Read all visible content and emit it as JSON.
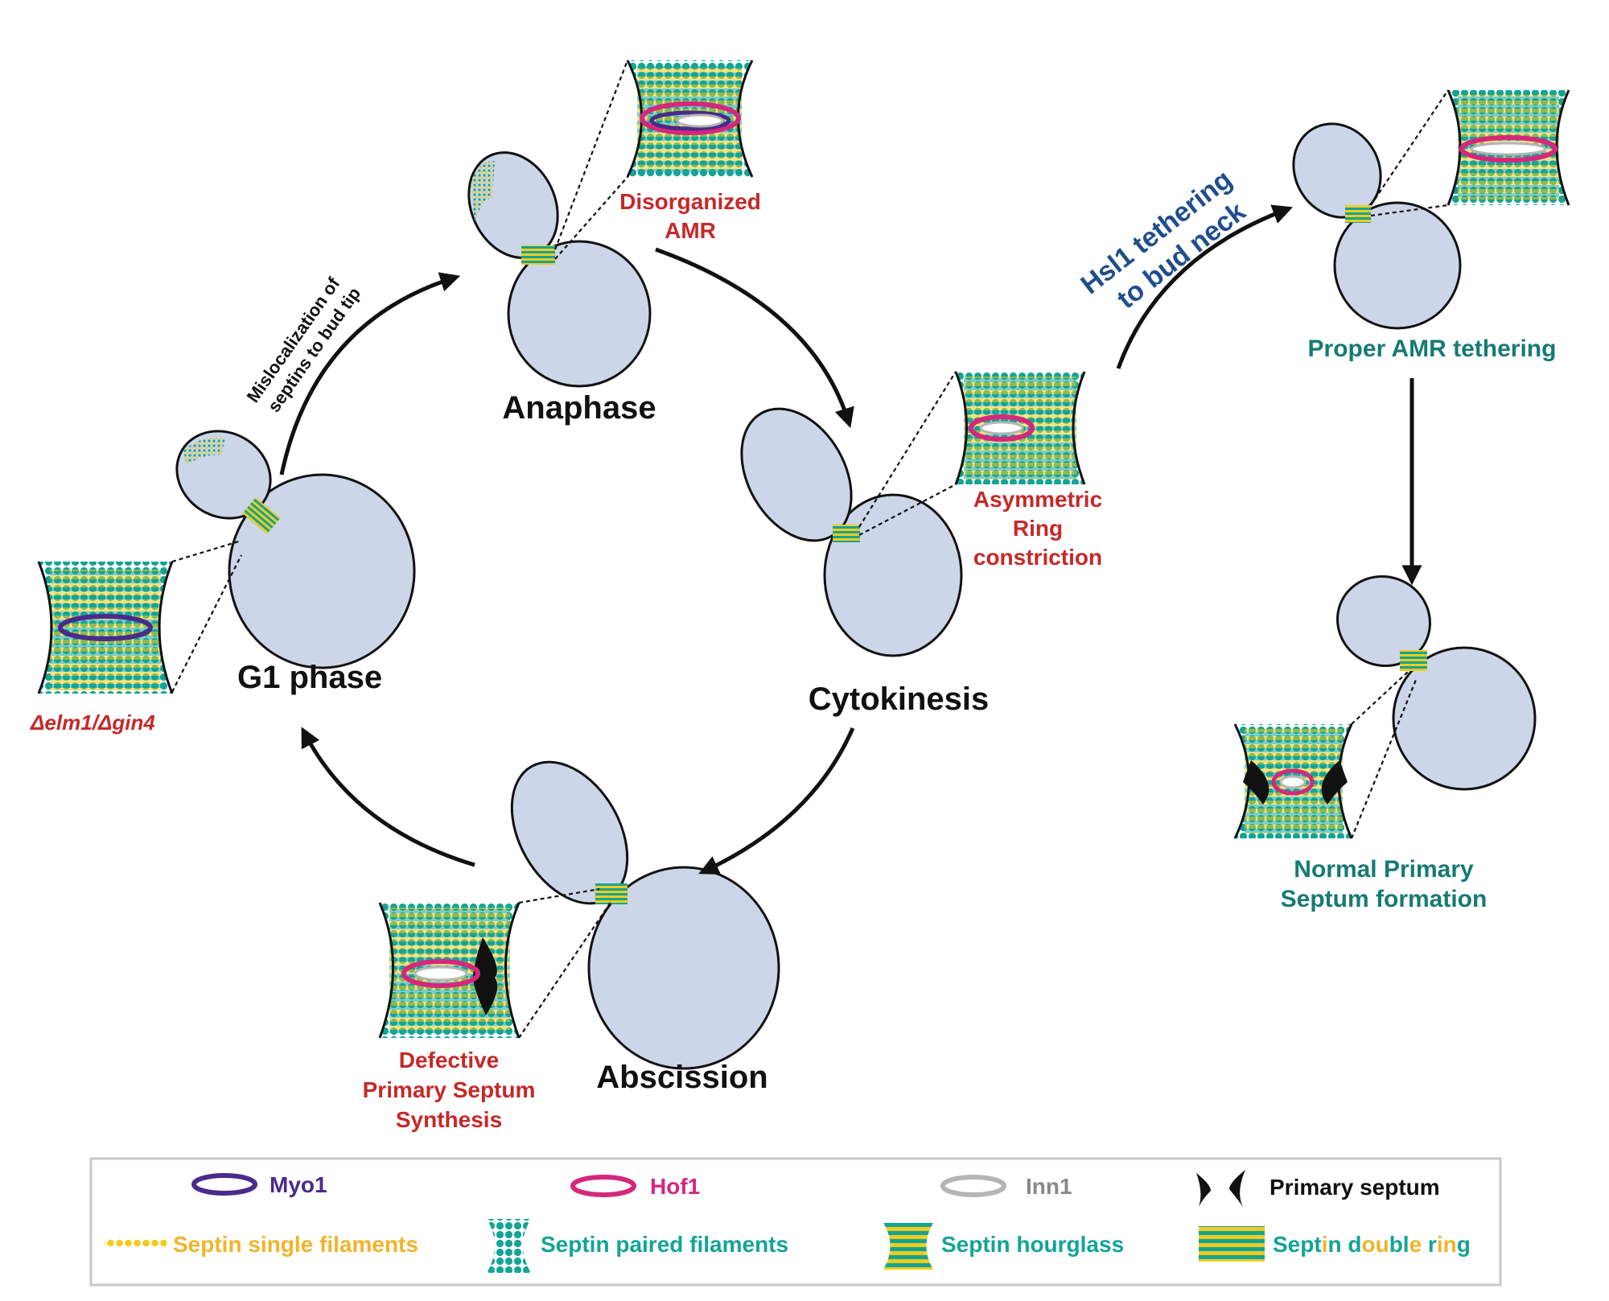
{
  "stages": {
    "g1": "G1 phase",
    "anaphase": "Anaphase",
    "cytokinesis": "Cytokinesis",
    "abscission": "Abscission"
  },
  "mutant_label": "Δelm1/Δgin4",
  "defects": {
    "disorganized": [
      "Disorganized",
      "AMR"
    ],
    "asymmetric": [
      "Asymmetric",
      "Ring",
      "constriction"
    ],
    "defective": [
      "Defective",
      "Primary Septum",
      "Synthesis"
    ]
  },
  "arrow_label": [
    "Mislocalization of",
    "septins to bud tip"
  ],
  "rescue": {
    "hsl1": [
      "Hsl1 tethering",
      "to bud neck"
    ],
    "proper": "Proper AMR tethering",
    "normal": [
      "Normal Primary",
      "Septum formation"
    ]
  },
  "legend": {
    "myo1": "Myo1",
    "hof1": "Hof1",
    "inn1": "Inn1",
    "primary_septum": "Primary septum",
    "single": "Septin single filaments",
    "paired": "Septin paired filaments",
    "hourglass": "Septin hourglass",
    "double_ring_parts": [
      "Sept",
      "i",
      "n d",
      "ou",
      "bl",
      "e",
      " r",
      "in",
      "g"
    ]
  },
  "colors": {
    "cell": "#cdd5e8",
    "septin_yellow": "#f2cc1b",
    "septin_teal": "#12a496",
    "myo1": "#4a2a8a",
    "hof1": "#d6277c",
    "inn1": "#b5b5b5",
    "defect_red": "#c62828",
    "rescue_teal": "#177a74",
    "hsl1_blue": "#1f4e8c"
  }
}
